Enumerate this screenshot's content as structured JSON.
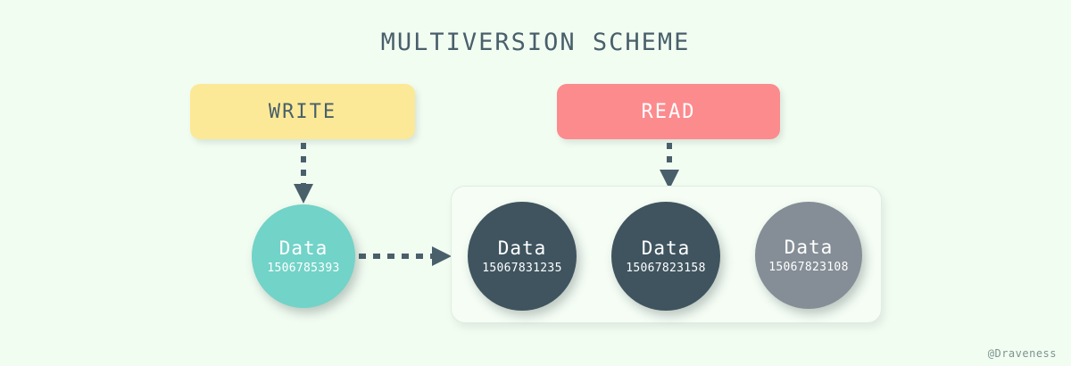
{
  "diagram": {
    "title": "MULTIVERSION SCHEME",
    "background_color": "#f2fdf2",
    "title_color": "#49606b",
    "watermark": "@Draveness"
  },
  "actions": [
    {
      "id": "write",
      "label": "WRITE",
      "fill_color": "#fce997",
      "text_color": "#48606b"
    },
    {
      "id": "read",
      "label": "READ",
      "fill_color": "#fc8b8e",
      "text_color": "#ffffff"
    }
  ],
  "current_version": {
    "title": "Data",
    "id": "1506785393",
    "fill_color": "#72d3c8"
  },
  "store": {
    "versions": [
      {
        "title": "Data",
        "id": "15067831235",
        "fill_color": "#3f545f"
      },
      {
        "title": "Data",
        "id": "15067823158",
        "fill_color": "#3f545f"
      },
      {
        "title": "Data",
        "id": "15067823108",
        "fill_color": "#858e96"
      }
    ]
  },
  "connectors": {
    "write_to_current": "dashed-arrow-down",
    "read_to_store": "dashed-arrow-down",
    "current_to_store": "dashed-arrow-right",
    "stroke_color": "#49606b"
  }
}
